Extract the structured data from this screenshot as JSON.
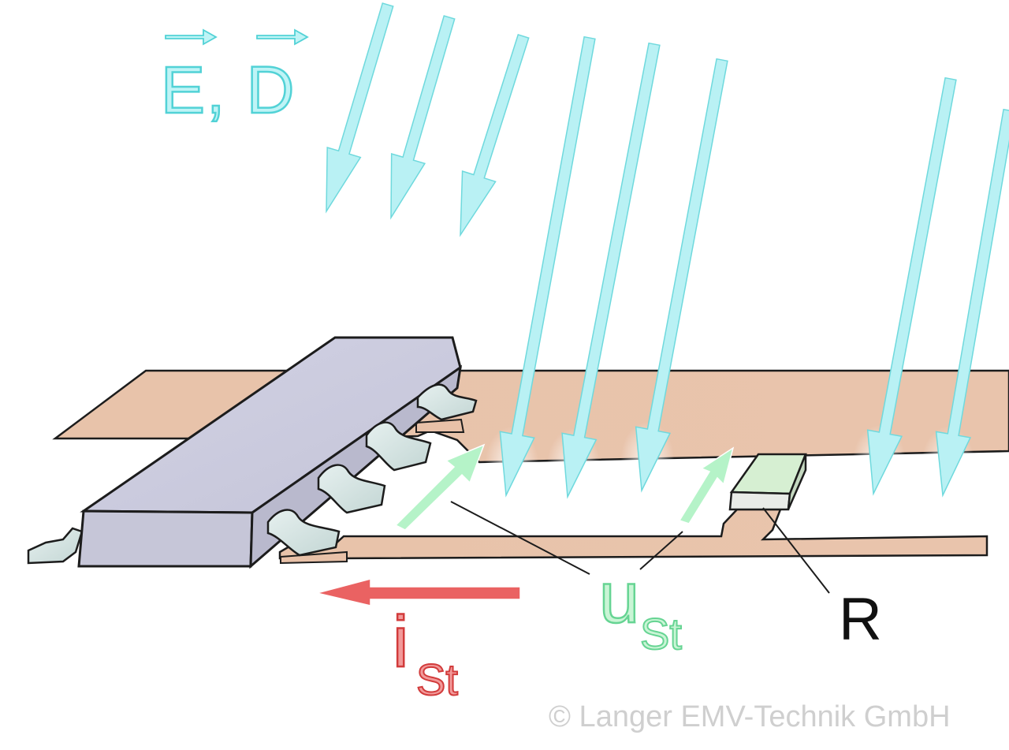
{
  "labels": {
    "field": "E, D",
    "current_symbol": "i",
    "current_subscript": "St",
    "voltage_symbol": "u",
    "voltage_subscript": "St",
    "resistor": "R",
    "copyright": "© Langer EMV-Technik GmbH"
  },
  "colors": {
    "field_arrow_fill": "#b9f1f4",
    "field_arrow_stroke": "#6fd9dd",
    "trace_fill": "#e8c1a8",
    "trace_stroke": "#1c1c1c",
    "ic_body": "#c6c6d8",
    "ic_top": "#cdcde0",
    "pin_fill": "#d5e4e2",
    "resistor_fill": "#d6efd2",
    "voltage_arrow": "#b5f3c8",
    "current_arrow": "#e85555",
    "copyright_text": "#cfcfcf"
  },
  "icons": [
    "field-arrow-icon",
    "current-arrow-icon",
    "voltage-arrow-icon",
    "ic-chip-icon",
    "smd-resistor-icon"
  ]
}
